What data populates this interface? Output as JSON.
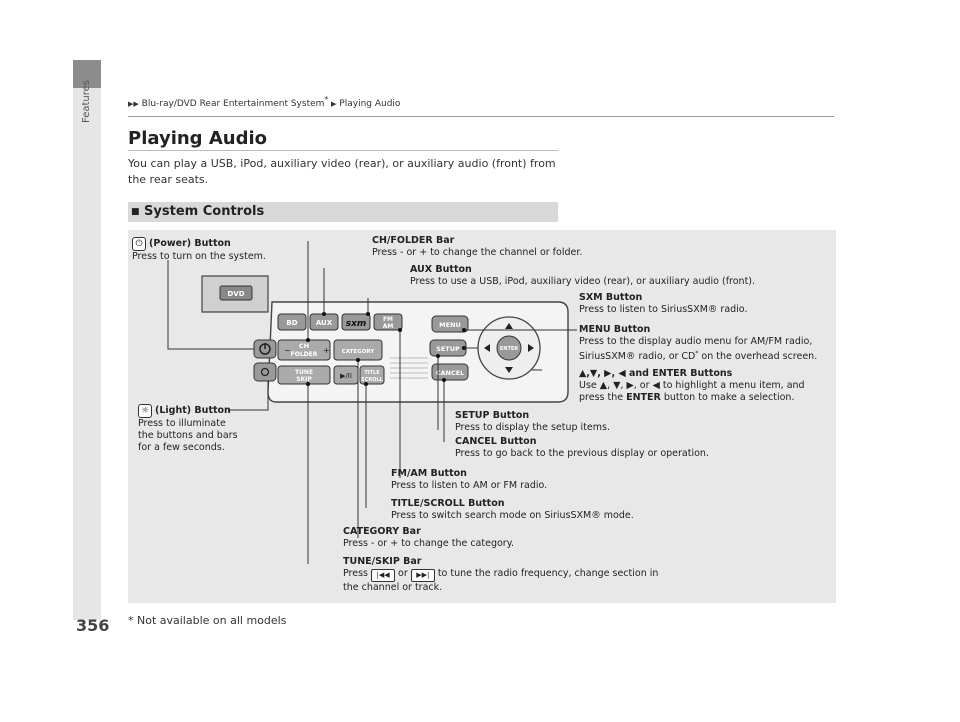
{
  "breadcrumb": {
    "parent": "Blu-ray/DVD Rear Entertainment System",
    "star": "*",
    "current": "Playing Audio"
  },
  "sidebar": {
    "label": "Features"
  },
  "page_number": "356",
  "title": "Playing Audio",
  "intro": "You can play a USB, iPod, auxiliary video (rear), or auxiliary audio (front) from the rear seats.",
  "section": {
    "marker": "■",
    "title": "System Controls"
  },
  "panel": {
    "dvd": "DVD",
    "bd": "BD",
    "aux": "AUX",
    "sxm": "sxm",
    "fm": "FM",
    "am": "AM",
    "menu": "MENU",
    "setup": "SETUP",
    "cancel": "CANCEL",
    "enter": "ENTER",
    "ch": "CH",
    "folder": "FOLDER",
    "category": "CATEGORY",
    "tune": "TUNE",
    "skip": "SKIP",
    "title": "TITLE",
    "scroll": "SCROLL",
    "play": "▶/II",
    "minus": "−",
    "plus": "+"
  },
  "callouts": {
    "power_title": "(Power) Button",
    "power_desc": "Press to turn on the system.",
    "light_title": "(Light) Button",
    "light_desc_1": "Press to illuminate",
    "light_desc_2": "the buttons and bars",
    "light_desc_3": "for a few seconds.",
    "ch_title": "CH/FOLDER Bar",
    "ch_desc": "Press - or + to change the channel or folder.",
    "aux_title": "AUX Button",
    "aux_desc": "Press to use a USB, iPod, auxiliary video (rear), or auxiliary audio (front).",
    "sxm_title": "SXM Button",
    "sxm_desc": "Press to listen to SiriusSXM® radio.",
    "menu_title": "MENU Button",
    "menu_desc_1": "Press to the display audio menu for AM/FM radio,",
    "menu_desc_2": "SiriusSXM® radio, or CD",
    "menu_star": "*",
    "menu_desc_3": " on the overhead screen.",
    "arrows_title": "▲,▼, ▶, ◀ and ENTER Buttons",
    "arrows_desc_1": "Use ▲, ▼, ▶, or ◀ to highlight a menu item, and",
    "arrows_desc_2a": "press the ",
    "arrows_desc_2b": "ENTER",
    "arrows_desc_2c": " button to make a selection.",
    "setup_title": "SETUP Button",
    "setup_desc": "Press to display the setup items.",
    "cancel_title": "CANCEL Button",
    "cancel_desc": "Press to go back to the previous display or operation.",
    "fmam_title": "FM/AM Button",
    "fmam_desc": "Press to listen to AM or FM radio.",
    "titlescroll_title": "TITLE/SCROLL Button",
    "titlescroll_desc": "Press to switch search mode on SiriusSXM® mode.",
    "category_title": "CATEGORY Bar",
    "category_desc": "Press - or + to change the category.",
    "tune_title": "TUNE/SKIP Bar",
    "tune_desc_1a": "Press ",
    "tune_desc_1b": " or ",
    "tune_desc_1c": " to tune the radio frequency, change section in",
    "tune_desc_2": "the channel or track."
  },
  "footnote": "* Not available on all models"
}
